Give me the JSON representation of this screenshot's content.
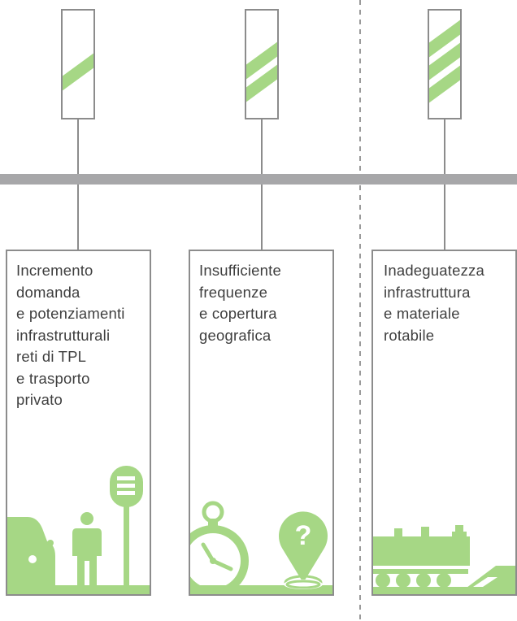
{
  "colors": {
    "green": "#a6d785",
    "rail": "#a7a7a9",
    "line": "#8c8c8c",
    "text": "#3f3f3f",
    "divider": "#9a9a9a"
  },
  "columns": [
    {
      "stripes": 1,
      "label": "Incremento\ndomanda\ne potenziamenti\ninfrastrutturali\nreti di TPL\ne trasporto\nprivato",
      "icons": [
        "car-icon",
        "person-icon",
        "bus-stop-icon"
      ]
    },
    {
      "stripes": 2,
      "label": "Insufficiente\nfrequenze\ne copertura\ngeografica",
      "icons": [
        "stopwatch-icon",
        "location-question-icon"
      ]
    },
    {
      "stripes": 3,
      "label": "Inadeguatezza\ninfrastruttura\ne materiale\nrotabile",
      "icons": [
        "train-icon",
        "road-icon"
      ]
    }
  ]
}
